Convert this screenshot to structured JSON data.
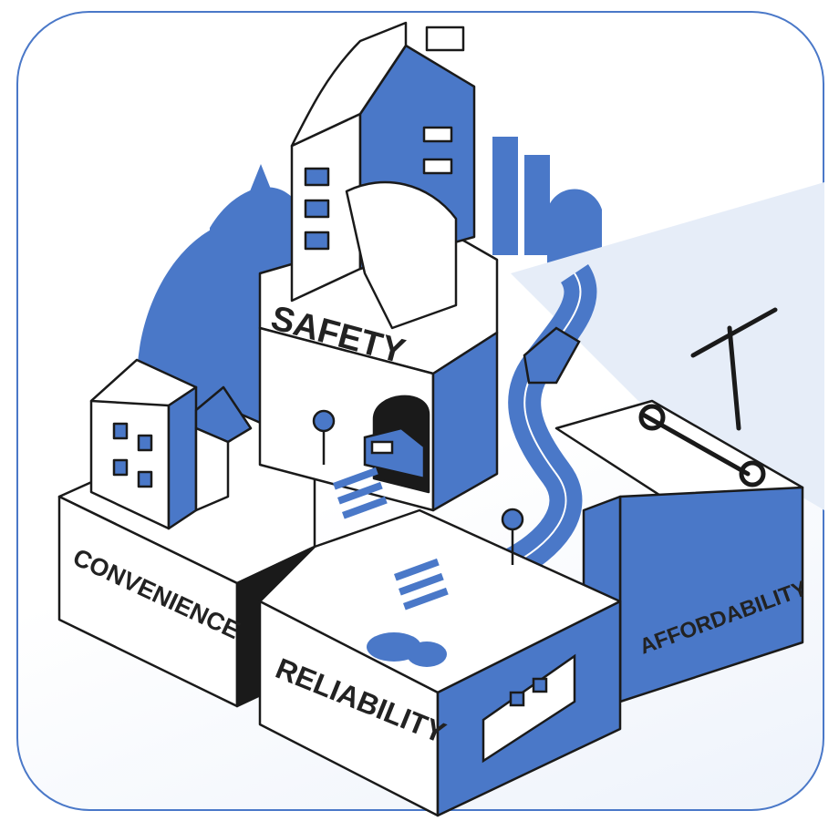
{
  "labels": {
    "safety": "SAFETY",
    "convenience": "CONVENIENCE",
    "reliability": "RELIABILITY",
    "affordability": "AFFORDABILITY"
  },
  "icons": [
    "bus-stop-sign-icon",
    "train-stop-sign-icon",
    "scooter-icon",
    "bus-icon",
    "train-icon",
    "tree-icon",
    "cloud-icon",
    "bench-icon",
    "bike-rack-icon",
    "tunnel-icon"
  ],
  "colors": {
    "primary_blue": "#4a78c8",
    "light_blue": "#dce6f6",
    "outline": "#1a1a1a",
    "frame": "#4a78c8"
  }
}
